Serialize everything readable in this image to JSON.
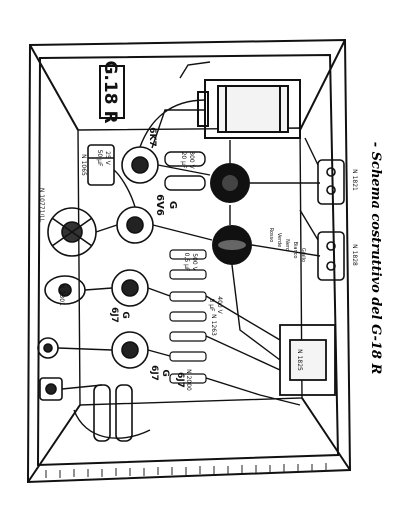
{
  "diagram": {
    "caption": "- Schema costruttivo del G-18 R",
    "model_badge": "G.18 R",
    "tubes": [
      "6J7",
      "6J7",
      "6V6",
      "6J7",
      "6K7"
    ],
    "tube_second_line": [
      "G",
      "G",
      "G"
    ],
    "component_labels": [
      "N 1065",
      "N 10771/LL",
      "N 1821",
      "N 1828",
      "N 1825",
      "N 1263",
      "N 2301",
      "N 2000",
      "50 µF",
      "25 V",
      "0,5 µF",
      "500 V",
      "20 µF",
      "300 V",
      "8 µF",
      "400 V"
    ],
    "small_marks": [
      "Rosso",
      "Verde",
      "Nero",
      "Bianco",
      "Giallo"
    ]
  }
}
